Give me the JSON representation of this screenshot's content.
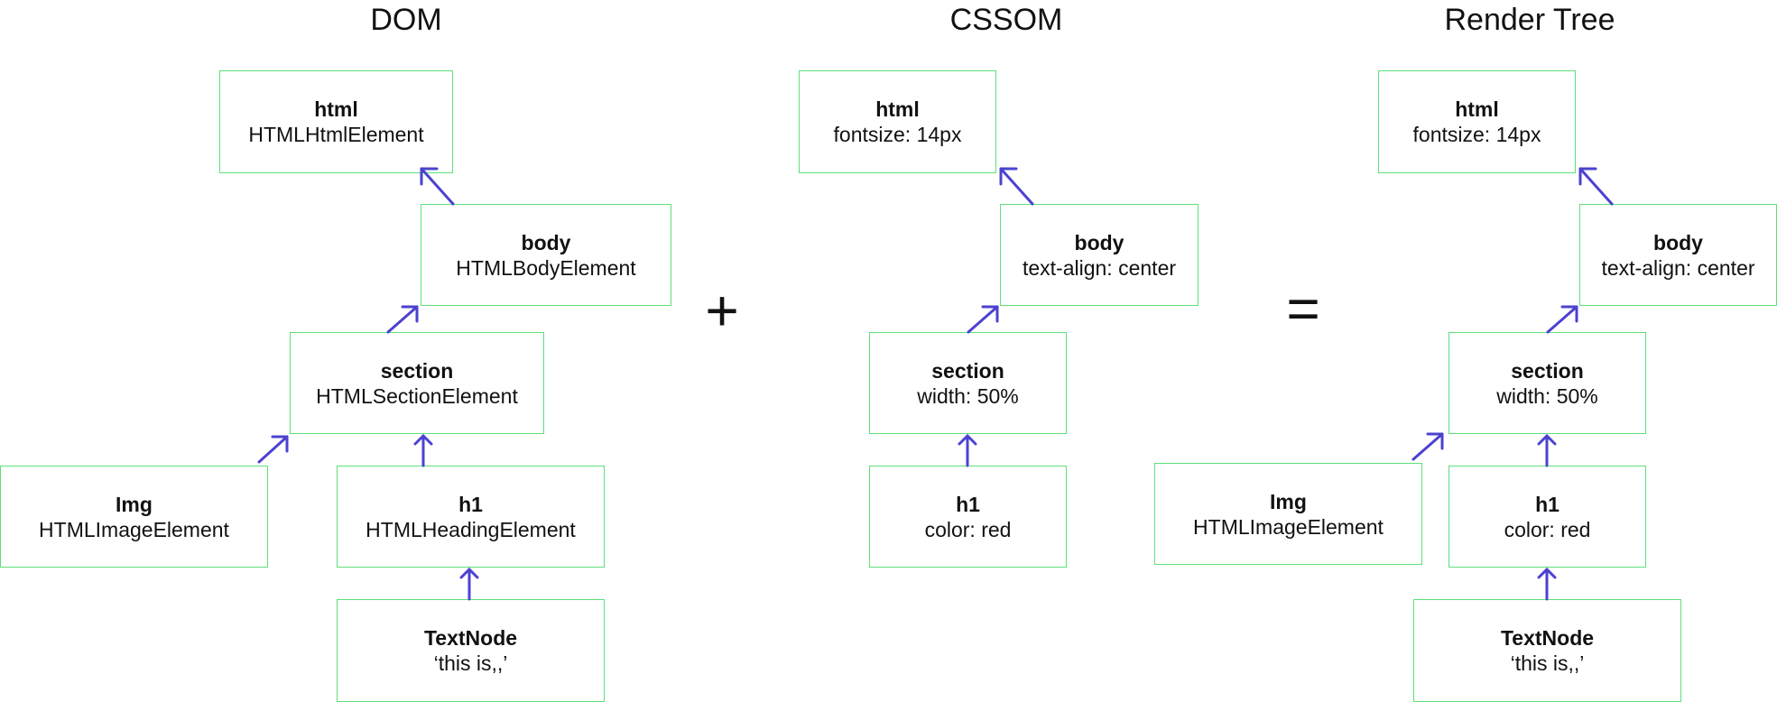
{
  "panels": {
    "dom": {
      "title": "DOM",
      "nodes": {
        "html": {
          "name": "html",
          "desc": "HTMLHtmlElement"
        },
        "body": {
          "name": "body",
          "desc": "HTMLBodyElement"
        },
        "section": {
          "name": "section",
          "desc": "HTMLSectionElement"
        },
        "img": {
          "name": "Img",
          "desc": "HTMLImageElement"
        },
        "h1": {
          "name": "h1",
          "desc": "HTMLHeadingElement"
        },
        "textnode": {
          "name": "TextNode",
          "desc": "‘this is,,’"
        }
      }
    },
    "cssom": {
      "title": "CSSOM",
      "nodes": {
        "html": {
          "name": "html",
          "desc": "fontsize: 14px"
        },
        "body": {
          "name": "body",
          "desc": "text-align: center"
        },
        "section": {
          "name": "section",
          "desc": "width: 50%"
        },
        "h1": {
          "name": "h1",
          "desc": "color: red"
        }
      }
    },
    "render": {
      "title": "Render Tree",
      "nodes": {
        "html": {
          "name": "html",
          "desc": "fontsize: 14px"
        },
        "body": {
          "name": "body",
          "desc": "text-align: center"
        },
        "section": {
          "name": "section",
          "desc": "width: 50%"
        },
        "img": {
          "name": "Img",
          "desc": "HTMLImageElement"
        },
        "h1": {
          "name": "h1",
          "desc": "color: red"
        },
        "textnode": {
          "name": "TextNode",
          "desc": "‘this is,,’"
        }
      }
    }
  },
  "operators": {
    "plus": "+",
    "equals": "="
  },
  "colors": {
    "node_border": "#5ee07a",
    "arrow": "#4b42d0",
    "text": "#111111"
  }
}
